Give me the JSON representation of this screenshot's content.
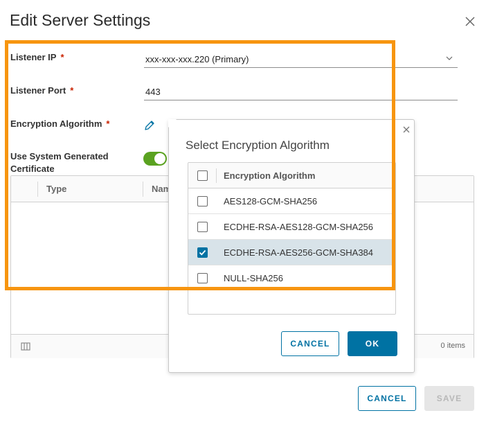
{
  "dialog": {
    "title": "Edit Server Settings"
  },
  "form": {
    "listener_ip": {
      "label": "Listener IP",
      "required": "*",
      "value": "xxx-xxx-xxx.220 (Primary)"
    },
    "listener_port": {
      "label": "Listener Port",
      "required": "*",
      "value": "443"
    },
    "encryption": {
      "label": "Encryption Algorithm",
      "required": "*"
    },
    "system_cert": {
      "label_line1": "Use System Generated",
      "label_line2": "Certificate",
      "enabled": true
    }
  },
  "cert_grid": {
    "columns": [
      "Type",
      "Nam"
    ],
    "item_count": "0 items"
  },
  "popup": {
    "title": "Select Encryption Algorithm",
    "header": "Encryption Algorithm",
    "options": [
      {
        "label": "AES128-GCM-SHA256",
        "checked": false
      },
      {
        "label": "ECDHE-RSA-AES128-GCM-SHA256",
        "checked": false
      },
      {
        "label": "ECDHE-RSA-AES256-GCM-SHA384",
        "checked": true
      },
      {
        "label": "NULL-SHA256",
        "checked": false
      }
    ],
    "cancel_label": "CANCEL",
    "ok_label": "OK"
  },
  "footer": {
    "cancel_label": "CANCEL",
    "save_label": "SAVE"
  },
  "colors": {
    "accent": "#0072a3",
    "toggle_on": "#5aa220",
    "required": "#c92100",
    "highlight": "#f7950f",
    "selected_row": "#d8e3e9"
  }
}
